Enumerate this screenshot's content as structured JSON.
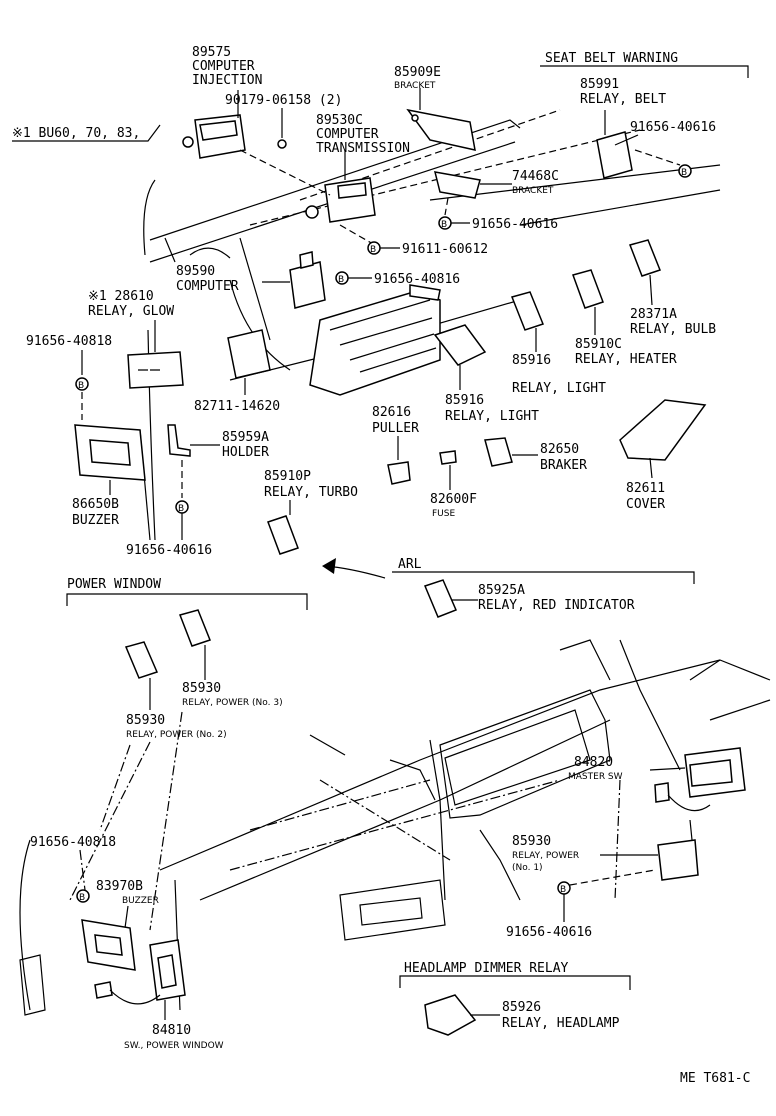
{
  "diagram_code": "ME T681-C",
  "labels": {
    "p89575": "89575",
    "p89575_name1": "COMPUTER",
    "p89575_name2": "INJECTION",
    "bu_note": "※1 BU60, 70, 83,",
    "p90179": "90179-06158 (2)",
    "p89530c": "89530C",
    "p89530c_name1": "COMPUTER",
    "p89530c_name2": "TRANSMISSION",
    "p85909e": "85909E",
    "p85909e_name": "BRACKET",
    "seat_belt_title": "SEAT BELT WARNING",
    "p85991": "85991",
    "p85991_name": "RELAY, BELT",
    "p91656_a": "91656-40616",
    "p74468c": "74468C",
    "p74468c_name": "BRACKET",
    "p91656_b": "91656-40616",
    "p91611": "91611-60612",
    "p89590": "89590",
    "p89590_name": "COMPUTER",
    "p91656_c": "91656-40816",
    "p28610": "※1 28610",
    "p28610_name": "RELAY, GLOW",
    "p91656_d": "91656-40818",
    "p28371a": "28371A",
    "p28371a_name": "RELAY, BULB",
    "p85910c": "85910C",
    "p85910c_name": "RELAY, HEATER",
    "p85916_a": "85916",
    "p85916_a_name": "RELAY, LIGHT",
    "p82711": "82711-14620",
    "p85916_b": "85916",
    "p85916_b_name": "RELAY, LIGHT",
    "p85959a": "85959A",
    "p85959a_name": "HOLDER",
    "p82616": "82616",
    "p82616_name": "PULLER",
    "p82650": "82650",
    "p82650_name": "BRAKER",
    "p82611": "82611",
    "p82611_name": "COVER",
    "p86650b": "86650B",
    "p86650b_name": "BUZZER",
    "p85910p": "85910P",
    "p85910p_name": "RELAY, TURBO",
    "p82600f": "82600F",
    "p82600f_name": "FUSE",
    "p91656_e": "91656-40616",
    "arl_title": "ARL",
    "p85925a": "85925A",
    "p85925a_name": "RELAY, RED INDICATOR",
    "power_window_title": "POWER WINDOW",
    "p85930_3": "85930",
    "p85930_3_name": "RELAY, POWER (No. 3)",
    "p85930_2": "85930",
    "p85930_2_name": "RELAY, POWER (No. 2)",
    "p84820": "84820",
    "p84820_name": "MASTER SW",
    "p91656_f": "91656-40818",
    "p85930_1": "85930",
    "p85930_1_name1": "RELAY, POWER",
    "p85930_1_name2": "(No. 1)",
    "p83970b": "83970B",
    "p83970b_name": "BUZZER",
    "p91656_g": "91656-40616",
    "headlamp_title": "HEADLAMP DIMMER RELAY",
    "p85926": "85926",
    "p85926_name": "RELAY, HEADLAMP",
    "p84810": "84810",
    "p84810_name": "SW., POWER WINDOW"
  },
  "markers": {
    "bolt_symbol": "B"
  }
}
